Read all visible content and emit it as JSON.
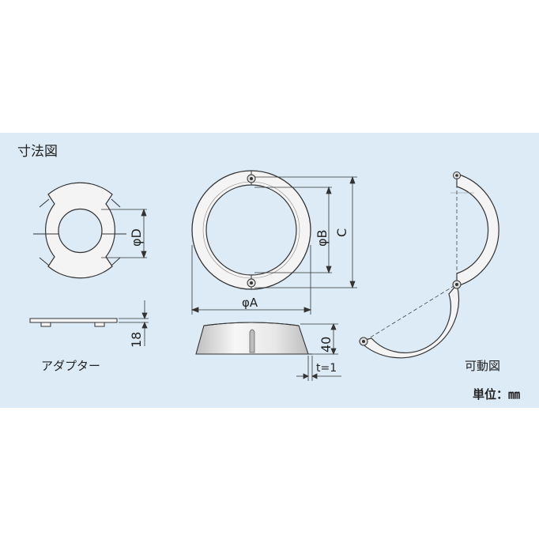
{
  "title": "寸法図",
  "labels": {
    "phi_d": "φD",
    "phi_a": "φA",
    "phi_b": "φB",
    "c": "C",
    "h18": "18",
    "h40": "40",
    "t": "t=1",
    "adapter": "アダプター",
    "movable": "可動図",
    "unit": "単位：㎜"
  },
  "colors": {
    "panel": "#dcebf6",
    "part_fill": "#f4f4f4",
    "stroke": "#333333"
  }
}
